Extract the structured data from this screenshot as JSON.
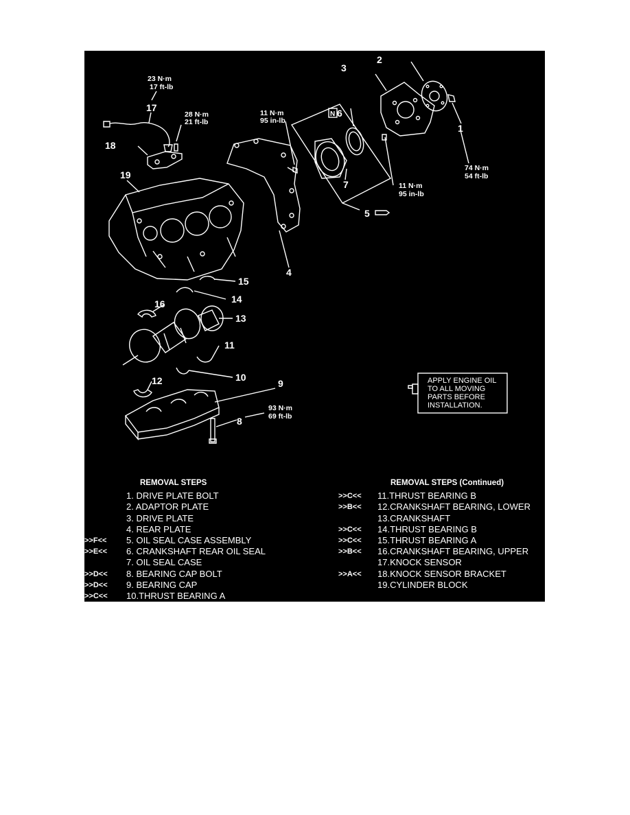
{
  "callouts": {
    "c1": "1",
    "c2": "2",
    "c3": "3",
    "c4": "4",
    "c5": "5",
    "c6": "6",
    "c7": "7",
    "c8": "8",
    "c9": "9",
    "c10": "10",
    "c11": "11",
    "c12": "12",
    "c13": "13",
    "c14": "14",
    "c15": "15",
    "c16": "16",
    "c17": "17",
    "c18": "18",
    "c19": "19"
  },
  "torques": {
    "t17_a": "23 N·m",
    "t17_b": "17 ft-lb",
    "t18_a": "28 N·m",
    "t18_b": "21 ft-lb",
    "t4_a": "11 N·m",
    "t4_b": "95 in-lb",
    "t1_a": "74 N·m",
    "t1_b": "54 ft-lb",
    "t3_a": "11 N·m",
    "t3_b": "95 in-lb",
    "t8_a": "93 N·m",
    "t8_b": "69 ft-lb"
  },
  "new_part_mark": "N",
  "oil_note": {
    "lines": [
      "APPLY ENGINE OIL",
      "TO ALL MOVING",
      "PARTS BEFORE",
      "INSTALLATION."
    ]
  },
  "removal_steps": {
    "header": "REMOVAL STEPS",
    "items": [
      {
        "code": "",
        "label": "1.  DRIVE PLATE BOLT"
      },
      {
        "code": "",
        "label": "2.  ADAPTOR PLATE"
      },
      {
        "code": "",
        "label": "3.  DRIVE PLATE"
      },
      {
        "code": "",
        "label": "4.  REAR PLATE"
      },
      {
        "code": ">>F<<",
        "label": "5.  OIL SEAL CASE ASSEMBLY"
      },
      {
        "code": ">>E<<",
        "label": "6.  CRANKSHAFT REAR OIL SEAL"
      },
      {
        "code": "",
        "label": "7.  OIL SEAL CASE"
      },
      {
        "code": ">>D<<",
        "label": "8.  BEARING CAP BOLT"
      },
      {
        "code": ">>D<<",
        "label": "9.  BEARING CAP"
      },
      {
        "code": ">>C<<",
        "label": "10.THRUST BEARING A"
      }
    ]
  },
  "removal_steps_continued": {
    "header": "REMOVAL STEPS (Continued)",
    "items": [
      {
        "code": ">>C<<",
        "label": "11.THRUST BEARING B"
      },
      {
        "code": ">>B<<",
        "label": "12.CRANKSHAFT BEARING, LOWER"
      },
      {
        "code": "",
        "label": "13.CRANKSHAFT"
      },
      {
        "code": ">>C<<",
        "label": "14.THRUST BEARING B"
      },
      {
        "code": ">>C<<",
        "label": "15.THRUST BEARING A"
      },
      {
        "code": ">>B<<",
        "label": "16.CRANKSHAFT BEARING, UPPER"
      },
      {
        "code": "",
        "label": "17.KNOCK SENSOR"
      },
      {
        "code": ">>A<<",
        "label": "18.KNOCK SENSOR BRACKET"
      },
      {
        "code": "",
        "label": "19.CYLINDER BLOCK"
      }
    ]
  }
}
